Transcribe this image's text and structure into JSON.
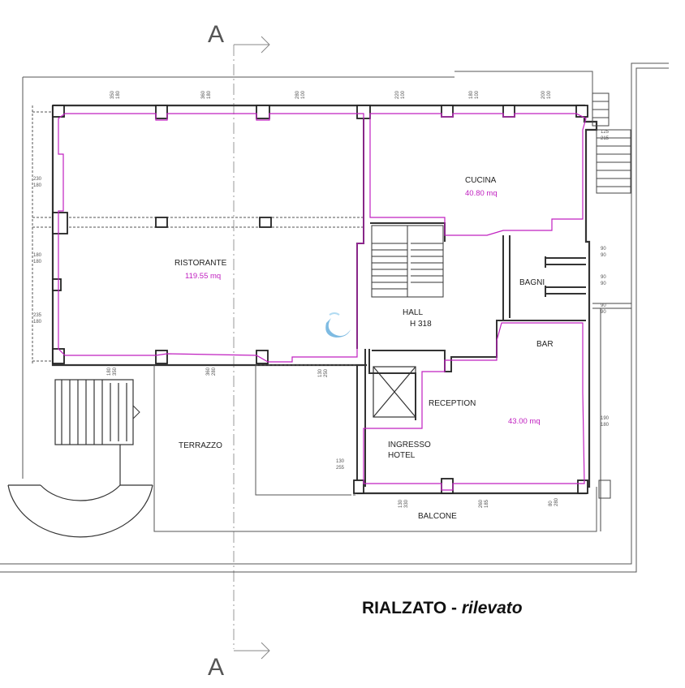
{
  "section_marks": {
    "top": "A",
    "bottom": "A"
  },
  "title": {
    "main": "RIALZATO - ",
    "sub": "rilevato"
  },
  "colors": {
    "wall": "#444444",
    "room_outline": "#c020c0",
    "area_text": "#c020c0"
  },
  "rooms": {
    "ristorante": {
      "label": "RISTORANTE",
      "area": "119.55 mq"
    },
    "cucina": {
      "label": "CUCINA",
      "area": "40.80 mq"
    },
    "bagni": {
      "label": "BAGNI"
    },
    "hall": {
      "label": "HALL",
      "height": "H 318"
    },
    "bar": {
      "label": "BAR",
      "area": "43.00 mq"
    },
    "reception": {
      "label": "RECEPTION"
    },
    "ingresso": {
      "line1": "INGRESSO",
      "line2": "HOTEL"
    },
    "terrazzo": {
      "label": "TERRAZZO"
    },
    "balcone": {
      "label": "BALCONE"
    }
  },
  "dimensions_top": [
    {
      "a": "350",
      "b": "180"
    },
    {
      "a": "360",
      "b": "180"
    },
    {
      "a": "280",
      "b": "100"
    },
    {
      "a": "220",
      "b": "100"
    },
    {
      "a": "180",
      "b": "100"
    },
    {
      "a": "200",
      "b": "100"
    }
  ],
  "dimensions_left": [
    {
      "a": "230",
      "b": "180"
    },
    {
      "a": "180",
      "b": "180"
    },
    {
      "a": "235",
      "b": "180"
    }
  ],
  "dimensions_right": [
    {
      "a": "125",
      "b": "215"
    },
    {
      "a": "90",
      "b": "90"
    },
    {
      "a": "90",
      "b": "90"
    },
    {
      "a": "90",
      "b": "90"
    },
    {
      "a": "190",
      "b": "180"
    }
  ],
  "dimensions_mid": [
    {
      "a": "180",
      "b": "350"
    },
    {
      "a": "360",
      "b": "280"
    },
    {
      "a": "130",
      "b": "250"
    }
  ],
  "dimensions_bottom": [
    {
      "a": "130",
      "b": "255"
    },
    {
      "a": "130",
      "b": "330"
    },
    {
      "a": "260",
      "b": "185"
    },
    {
      "a": "80",
      "b": "280"
    }
  ]
}
